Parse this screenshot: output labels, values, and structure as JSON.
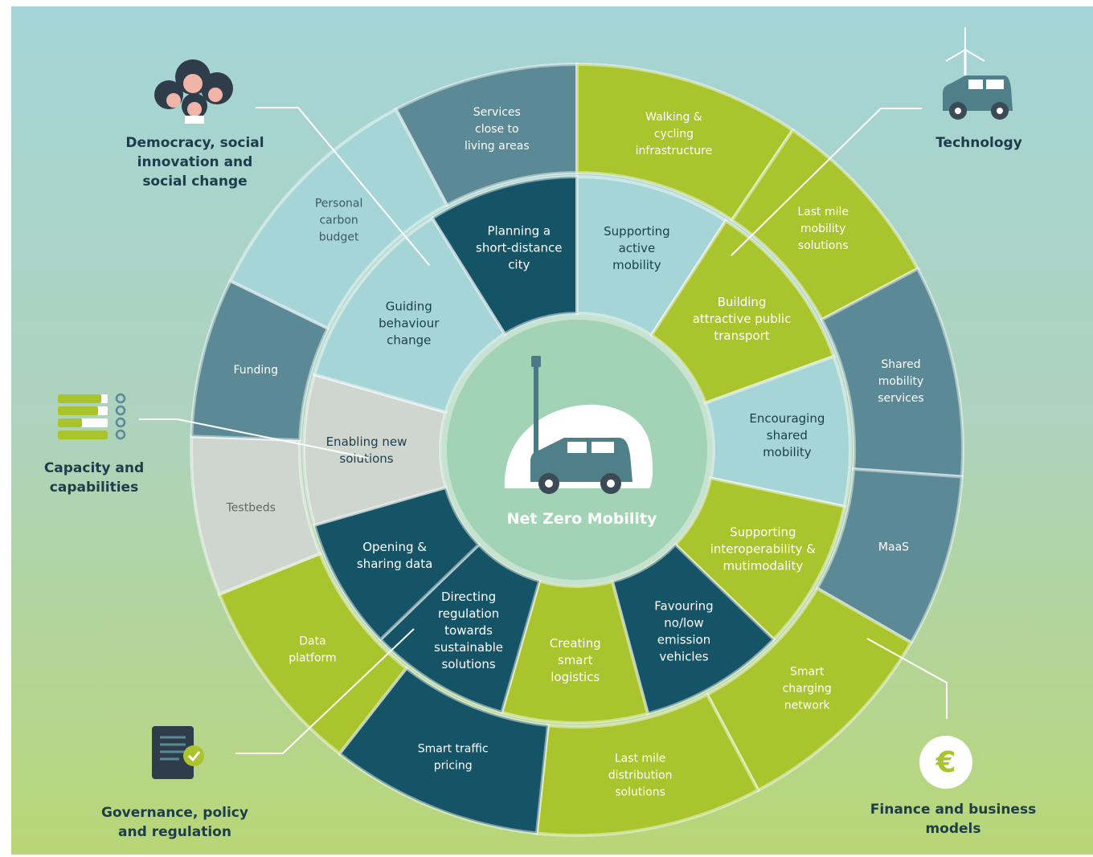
{
  "hub": {
    "title": "Net Zero Mobility"
  },
  "colors": {
    "dark_teal": "#145466",
    "grey_teal": "#5b8a96",
    "light_teal": "#a6d5d7",
    "lime": "#a9c42c",
    "light_grey": "#cfd6d0",
    "hub_fill": "#a1d3b4",
    "text_dark": "#1d3d4a"
  },
  "inner_ring": [
    {
      "id": "planning",
      "label": "Planning a\nshort-distance\ncity",
      "color": "#145466",
      "text": "#ffffff"
    },
    {
      "id": "active",
      "label": "Supporting\nactive\nmobility",
      "color": "#a6d5d7",
      "text": "#1d3d4a"
    },
    {
      "id": "public-transport",
      "label": "Building\nattractive public\ntransport",
      "color": "#a9c42c",
      "text": "#ffffff"
    },
    {
      "id": "shared",
      "label": "Encouraging\nshared\nmobility",
      "color": "#a6d5d7",
      "text": "#1d3d4a"
    },
    {
      "id": "interop",
      "label": "Supporting\ninteroperability &\nmutimodality",
      "color": "#a9c42c",
      "text": "#ffffff"
    },
    {
      "id": "no-emission",
      "label": "Favouring\nno/low\nemission\nvehicles",
      "color": "#145466",
      "text": "#ffffff"
    },
    {
      "id": "smart-logistics",
      "label": "Creating\nsmart\nlogistics",
      "color": "#a9c42c",
      "text": "#ffffff"
    },
    {
      "id": "directing-regulation",
      "label": "Directing\nregulation\ntowards\nsustainable\nsolutions",
      "color": "#145466",
      "text": "#ffffff"
    },
    {
      "id": "opening-data",
      "label": "Opening &\nsharing data",
      "color": "#145466",
      "text": "#ffffff"
    },
    {
      "id": "enabling",
      "label": "Enabling new\nsolutions",
      "color": "#cfd6d0",
      "text": "#1d3d4a"
    },
    {
      "id": "guiding",
      "label": "Guiding\nbehaviour\nchange",
      "color": "#a6d5d7",
      "text": "#1d3d4a"
    }
  ],
  "outer_ring": [
    {
      "id": "services-close",
      "label": "Services\nclose to\nliving areas",
      "color": "#5b8a96",
      "text": "#ffffff"
    },
    {
      "id": "walking-cycling",
      "label": "Walking &\ncycling\ninfrastructure",
      "color": "#a9c42c",
      "text": "#ffffff"
    },
    {
      "id": "last-mile-mobility",
      "label": "Last mile\nmobility\nsolutions",
      "color": "#a9c42c",
      "text": "#ffffff"
    },
    {
      "id": "shared-mobility-services",
      "label": "Shared\nmobility\nservices",
      "color": "#5b8a96",
      "text": "#ffffff"
    },
    {
      "id": "maas",
      "label": "MaaS",
      "color": "#5b8a96",
      "text": "#ffffff"
    },
    {
      "id": "smart-charging",
      "label": "Smart\ncharging\nnetwork",
      "color": "#a9c42c",
      "text": "#ffffff"
    },
    {
      "id": "last-mile-distribution",
      "label": "Last mile\ndistribution\nsolutions",
      "color": "#a9c42c",
      "text": "#ffffff"
    },
    {
      "id": "smart-traffic-pricing",
      "label": "Smart traffic\npricing",
      "color": "#145466",
      "text": "#ffffff"
    },
    {
      "id": "data-platform",
      "label": "Data\nplatform",
      "color": "#a9c42c",
      "text": "#ffffff"
    },
    {
      "id": "testbeds",
      "label": "Testbeds",
      "color": "#cfd6d0",
      "text": "#5a6a6a"
    },
    {
      "id": "funding",
      "label": "Funding",
      "color": "#5b8a96",
      "text": "#ffffff"
    },
    {
      "id": "personal-carbon",
      "label": "Personal\ncarbon\nbudget",
      "color": "#a6d5d7",
      "text": "#3b5a60"
    }
  ],
  "categories": {
    "democracy": "Democracy, social\ninnovation and\nsocial change",
    "technology": "Technology",
    "capacity": "Capacity and\ncapabilities",
    "governance": "Governance, policy\nand regulation",
    "finance": "Finance and business\nmodels"
  },
  "icons": {
    "democracy": "people-group-icon",
    "technology": "electric-car-wind-turbine-icon",
    "capacity": "progress-bars-icon",
    "governance": "document-check-icon",
    "finance": "euro-coin-icon",
    "hub": "car-streetlamp-icon",
    "finance_symbol": "€"
  }
}
